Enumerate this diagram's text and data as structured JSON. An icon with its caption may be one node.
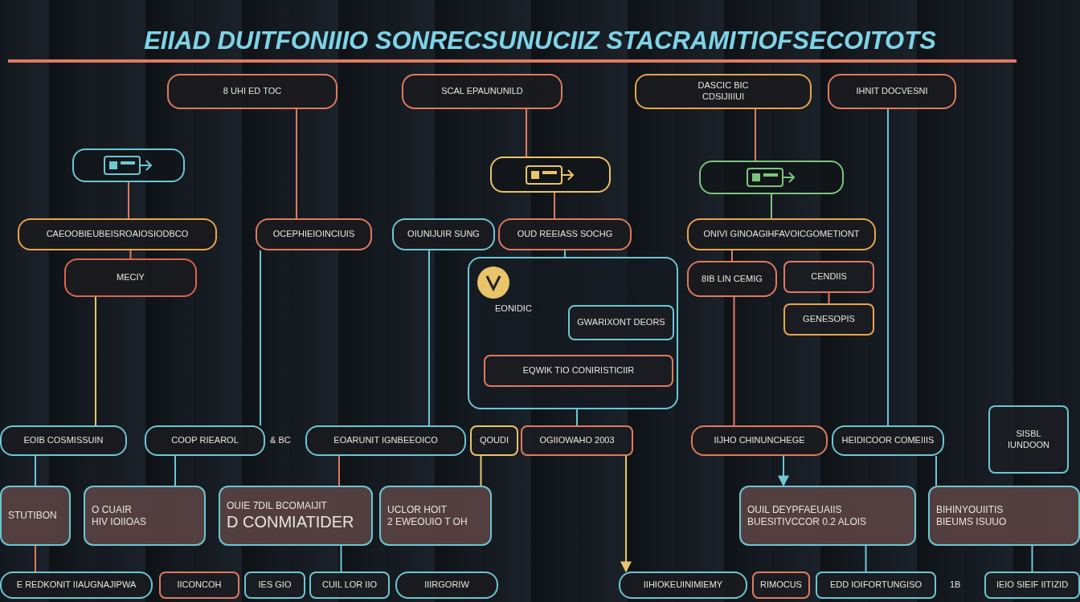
{
  "diagram": {
    "title": "EIIAD DUITFONIIIO SONRECSUNUCIIZ STACRAMITIOFSECOITOTS",
    "nodes": [
      {
        "text": [
          "8 UHI ED TOC"
        ]
      },
      {
        "text": [
          "SCAL EPAUNUNILD"
        ]
      },
      {
        "text": [
          "DASCIC BIC",
          "CDSIJIIIUI"
        ]
      },
      {
        "text": [
          "IHNIT DOCVESNI"
        ]
      },
      {
        "text": [],
        "shape": "picture"
      },
      {
        "text": [],
        "shape": "picture"
      },
      {
        "text": [],
        "shape": "picture"
      },
      {
        "text": [
          "CAEOOBIEUBEISROAIOSIODBCO"
        ]
      },
      {
        "text": [
          "OCEPHIEIOINCIUIS"
        ]
      },
      {
        "text": [
          "OIUNIJUIR SUNG"
        ]
      },
      {
        "text": [
          "OUD REEIASS SOCHG"
        ]
      },
      {
        "text": [
          "ONIVI GINOAGIHFAVOICGOMETIONT"
        ]
      },
      {
        "text": [
          "MECIY"
        ]
      },
      {
        "text": [
          "EONIDIC"
        ]
      },
      {
        "text": [
          "GWARIXONT DEORS"
        ],
        "in": 13
      },
      {
        "text": [
          "EQWIK TIO CONIRISTICIIR"
        ],
        "in": 13
      },
      {
        "text": [
          "8IB LIN CEMIG"
        ]
      },
      {
        "text": [
          "CENDIIS"
        ]
      },
      {
        "text": [
          "GENESOPIS"
        ]
      },
      {
        "text": [
          "EOIB COSMISSUIN"
        ]
      },
      {
        "text": [
          "COOP RIEAROL"
        ]
      },
      {
        "text": [
          "EOARUNIT IGNBEEOICO"
        ]
      },
      {
        "text": [
          "QOUDI"
        ]
      },
      {
        "text": [
          "OGIIOWAHO 2003"
        ]
      },
      {
        "text": [
          "IIJHO CHINUNCHEGE"
        ]
      },
      {
        "text": [
          "HEIDICOOR COMEIIIS"
        ]
      },
      {
        "text": [
          "SISBL",
          "IUNDOON"
        ]
      },
      {
        "text": [
          "STUTIBON"
        ]
      },
      {
        "text": [
          "O CUAIR",
          "HIV IOIIOAS"
        ]
      },
      {
        "text": [
          "OUIE 7DIL BCOMAIJIT",
          "D CONMIATIDER"
        ]
      },
      {
        "text": [
          "UCLOR HOIT",
          "2 EWEOUIO T OH"
        ]
      },
      {
        "text": [
          "OUIL DEYPFAEUAIIS",
          "BUESITIVCCOR 0.2 ALOIS"
        ]
      },
      {
        "text": [
          "BIHINYOUIITIS",
          "BIEUMS ISUUO"
        ]
      },
      {
        "text": [
          "E REDKONIT IIAUGNAJIPWA"
        ]
      },
      {
        "text": [
          "IICONCOH"
        ]
      },
      {
        "text": [
          "IES GIO"
        ]
      },
      {
        "text": [
          "CUIL LOR IIO"
        ]
      },
      {
        "text": [
          "IIIRGORIW"
        ]
      },
      {
        "text": [
          "IIHIOKEUINIMIEMY"
        ]
      },
      {
        "text": [
          "RIMOCUS"
        ]
      },
      {
        "text": [
          "EDD IOIFORTUNGISO"
        ]
      },
      {
        "text": [
          "IEIO SIEIF IITIZID"
        ]
      }
    ],
    "edges": [
      {
        "from": 0,
        "to": 8,
        "arrow": "none",
        "color": "#e07a5f"
      },
      {
        "from": 1,
        "to": 5,
        "arrow": "none",
        "color": "#e07a5f"
      },
      {
        "from": 5,
        "to": 10,
        "arrow": "none",
        "color": "#e07a5f"
      },
      {
        "from": 2,
        "to": 6,
        "arrow": "none",
        "color": "#e07a5f"
      },
      {
        "from": 6,
        "to": 11,
        "arrow": "none",
        "color": "#7bc67b"
      },
      {
        "from": 3,
        "to": 25,
        "arrow": "none"
      },
      {
        "from": 4,
        "to": 7,
        "arrow": "none",
        "color": "#e07a5f"
      },
      {
        "from": 7,
        "to": 12,
        "arrow": "none",
        "color": "#e07a5f"
      },
      {
        "from": 12,
        "to": 19,
        "arrow": "none",
        "color": "#e9c46a"
      },
      {
        "from": 8,
        "to": 20,
        "arrow": "none"
      },
      {
        "from": 9,
        "to": 21,
        "arrow": "none"
      },
      {
        "from": 10,
        "to": 13,
        "arrow": "none"
      },
      {
        "from": 11,
        "to": 16,
        "arrow": "none",
        "color": "#e07a5f"
      },
      {
        "from": 16,
        "to": 24,
        "arrow": "none",
        "color": "#e07a5f"
      },
      {
        "from": 17,
        "to": 18,
        "arrow": "none",
        "color": "#e07a5f"
      },
      {
        "from": 13,
        "to": 23,
        "arrow": "none"
      },
      {
        "from": 19,
        "to": 27,
        "arrow": "none"
      },
      {
        "from": 20,
        "to": 28,
        "arrow": "none"
      },
      {
        "from": 21,
        "to": 29,
        "arrow": "none",
        "color": "#e07a5f"
      },
      {
        "from": 22,
        "to": 30,
        "arrow": "none",
        "color": "#e9c46a"
      },
      {
        "from": 23,
        "to": 38,
        "arrow": "to",
        "color": "#e9c46a"
      },
      {
        "from": 24,
        "to": 31,
        "arrow": "to"
      },
      {
        "from": 25,
        "to": 32,
        "arrow": "none"
      },
      {
        "from": 27,
        "to": 33,
        "arrow": "none",
        "color": "#e07a5f"
      },
      {
        "from": 29,
        "to": 36,
        "arrow": "none"
      },
      {
        "from": 31,
        "to": 40,
        "arrow": "none"
      },
      {
        "from": 32,
        "to": 41,
        "arrow": "none"
      }
    ],
    "labels": [
      "& BC",
      "1B"
    ]
  }
}
